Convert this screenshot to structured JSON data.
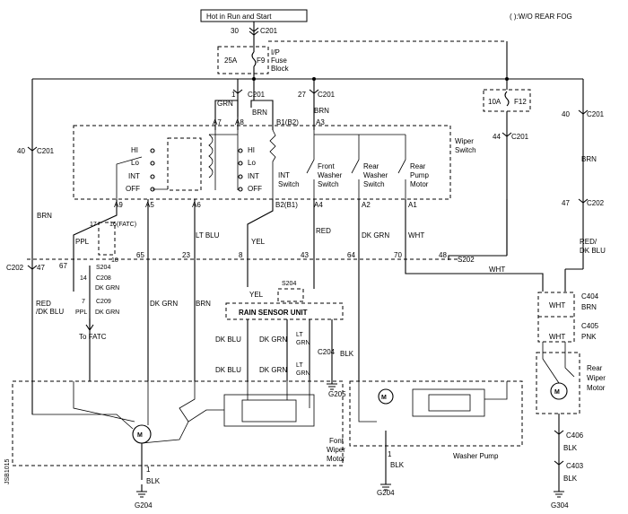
{
  "header": {
    "hot_label": "Hot in Run and Start",
    "legend": "( ):W/O REAR FOG"
  },
  "fuse_f9": {
    "rating": "25A",
    "id": "F9",
    "block1": "I/P",
    "block2": "Fuse",
    "block3": "Block"
  },
  "fuse_f12": {
    "rating": "10A",
    "id": "F12"
  },
  "pins": {
    "p30": "30",
    "p1": "1",
    "p27": "27",
    "p40a": "40",
    "p40b": "40",
    "p44": "44",
    "p47a": "47",
    "p47b": "47",
    "p67": "67",
    "p65": "65",
    "p23": "23",
    "p8": "8",
    "p43": "43",
    "p64": "64",
    "p70": "70",
    "p48": "48",
    "p17": "17",
    "p16": "16",
    "p18": "18",
    "p14": "14",
    "p7": "7"
  },
  "connectors": {
    "c201": "C201",
    "c202": "C202",
    "c208": "C208",
    "c209": "C209",
    "c204": "C204",
    "c404": "C404",
    "c405": "C405",
    "c406": "C406",
    "c403": "C403",
    "s202": "S202",
    "s204a": "S204",
    "s204b": "S204"
  },
  "fatc": {
    "paren": "(FATC)",
    "to": "To FATC"
  },
  "wiper_switch": {
    "title1": "Wiper",
    "title2": "Switch",
    "a7": "A7",
    "a8": "A8",
    "b1b2": "B1(B2)",
    "a3": "A3",
    "a9": "A9",
    "a5": "A5",
    "a6": "A6",
    "b2b1": "B2(B1)",
    "a4": "A4",
    "a2": "A2",
    "a1": "A1",
    "hi": "HI",
    "lo": "Lo",
    "int": "INT",
    "off": "OFF",
    "int_sw1": "INT",
    "int_sw2": "Switch",
    "fws1": "Front",
    "fws2": "Washer",
    "fws3": "Switch",
    "rws1": "Rear",
    "rws2": "Washer",
    "rws3": "Switch",
    "rpm1": "Rear",
    "rpm2": "Pump",
    "rpm3": "Motor"
  },
  "wires": {
    "grn": "GRN",
    "brn": "BRN",
    "yel": "YEL",
    "red": "RED",
    "dkgrn": "DK GRN",
    "wht": "WHT",
    "ltblu": "LT BLU",
    "ppl": "PPL",
    "dkblu": "DK BLU",
    "ltgrn1": "LT",
    "ltgrn2": "GRN",
    "blk": "BLK",
    "pnk": "PNK",
    "reddkblu1": "RED",
    "reddkblu2": "/DK BLU",
    "reddkblu3": "RED/",
    "reddkblu4": "DK BLU"
  },
  "rain_sensor": {
    "title": "RAIN SENSOR UNIT"
  },
  "front_motor": {
    "l1": "Font",
    "l2": "Wiper",
    "l3": "Motor"
  },
  "washer_pump": {
    "label": "Washer Pump"
  },
  "rear_motor": {
    "l1": "Rear",
    "l2": "Wiper",
    "l3": "Motor"
  },
  "grounds": {
    "g204a": "G204",
    "g204b": "G204",
    "g205": "G205",
    "g304": "G304"
  },
  "side_code": "JSB1015"
}
